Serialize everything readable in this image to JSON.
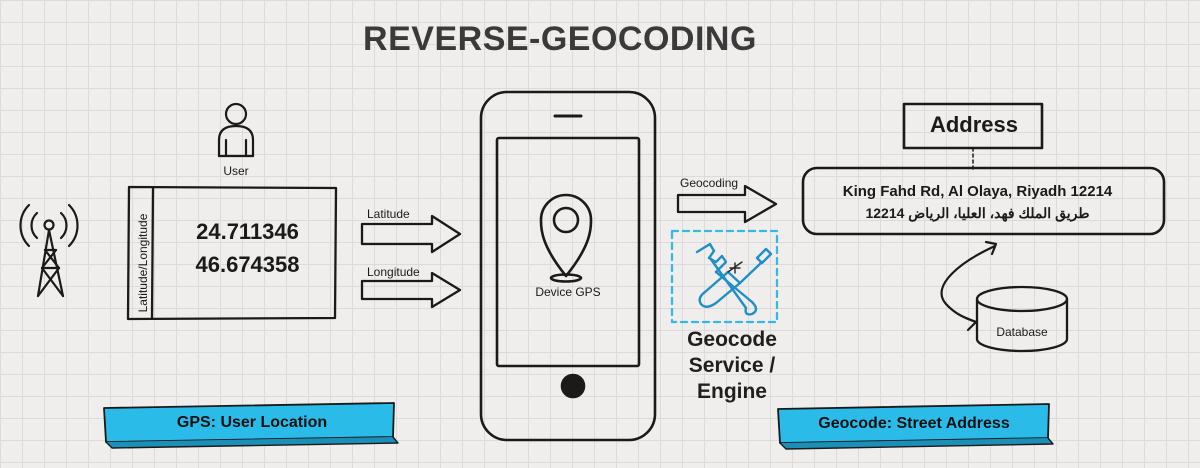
{
  "title": "REVERSE-GEOCODING",
  "user": {
    "label": "User",
    "icon": "user-icon"
  },
  "gps_panel": {
    "side_label": "Latitude/Longitude",
    "latitude_value": "24.711346",
    "longitude_value": "46.674358"
  },
  "arrows": {
    "latitude_label": "Latitude",
    "longitude_label": "Longitude",
    "geocoding_label": "Geocoding"
  },
  "device": {
    "label": "Device GPS",
    "icon": "map-pin-icon"
  },
  "engine": {
    "label_lines": [
      "Geocode",
      "Service /",
      "Engine"
    ],
    "icon": "wrench-screwdriver-icon"
  },
  "address": {
    "title": "Address",
    "line_en": "King Fahd Rd, Al Olaya, Riyadh 12214",
    "line_ar": "طريق الملك فهد، العليا، الرياض 12214"
  },
  "database": {
    "label": "Database",
    "icon": "database-icon"
  },
  "ribbons": {
    "left": "GPS: User Location",
    "right": "Geocode: Street Address"
  },
  "colors": {
    "ribbon": "#2bbbe9",
    "engine_box": "#33b9e3",
    "ink": "#1a1a1a"
  }
}
